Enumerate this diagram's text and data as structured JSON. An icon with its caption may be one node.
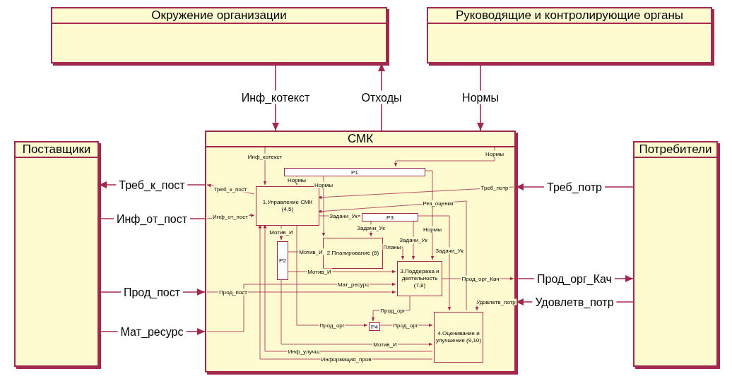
{
  "diagram": {
    "nodes": [
      {
        "text": [
          "Окружение организации"
        ]
      },
      {
        "text": [
          "Руководящие и контролирующие органы"
        ]
      },
      {
        "text": [
          "Поставщики"
        ]
      },
      {
        "text": [
          "СМК"
        ]
      },
      {
        "text": [
          "Потребители"
        ]
      },
      {
        "text": [
          "1.Управление СМК (4,5)"
        ],
        "in": 3
      },
      {
        "text": [
          "P1"
        ],
        "in": 3
      },
      {
        "text": [
          "P3"
        ],
        "in": 3
      },
      {
        "text": [
          "2.Планирование (6)"
        ],
        "in": 3
      },
      {
        "text": [
          "P2"
        ],
        "in": 3
      },
      {
        "text": [
          "3.Поддержка и деятельность (7,8)"
        ],
        "in": 3
      },
      {
        "text": [
          "P4"
        ],
        "in": 3
      },
      {
        "text": [
          "4.Оценивание и улучшение (9,10)"
        ],
        "in": 3
      }
    ],
    "edges": [
      {
        "from": 0,
        "to": 3,
        "arrow": "to",
        "label": "Инф_котекст"
      },
      {
        "from": 3,
        "to": 0,
        "arrow": "to",
        "label": "Отходы"
      },
      {
        "from": 1,
        "to": 3,
        "arrow": "to",
        "label": "Нормы"
      },
      {
        "from": 3,
        "to": 2,
        "arrow": "to",
        "label": "Треб_к_пост"
      },
      {
        "from": 2,
        "to": 3,
        "arrow": "none",
        "label": "Инф_от_пост"
      },
      {
        "from": 2,
        "to": 3,
        "arrow": "to",
        "label": "Прод_пост"
      },
      {
        "from": 2,
        "to": 3,
        "arrow": "to",
        "label": "Мат_ресурс"
      },
      {
        "from": 4,
        "to": 3,
        "arrow": "to",
        "label": "Треб_потр"
      },
      {
        "from": 3,
        "to": 4,
        "arrow": "to",
        "label": "Прод_орг_Кач"
      },
      {
        "from": 4,
        "to": 3,
        "arrow": "to",
        "label": "Удовлетв_потр"
      },
      {
        "from": null,
        "to": 5,
        "arrow": "to",
        "label": "Инф_котекст"
      },
      {
        "from": 5,
        "to": null,
        "arrow": "to",
        "label": "Треб_к_пост"
      },
      {
        "from": null,
        "to": 5,
        "arrow": "to",
        "label": "Инф_от_пост"
      },
      {
        "from": null,
        "to": 6,
        "arrow": "to",
        "label": "Нормы"
      },
      {
        "from": 6,
        "to": 5,
        "arrow": "to",
        "label": "Нормы"
      },
      {
        "from": 6,
        "to": 8,
        "arrow": "to",
        "label": "Нормы"
      },
      {
        "from": 6,
        "to": 10,
        "arrow": "to",
        "label": "Нормы"
      },
      {
        "from": 12,
        "to": 5,
        "arrow": "to",
        "label": "Рез_оценки"
      },
      {
        "from": null,
        "to": 5,
        "arrow": "to",
        "label": "Треб_потр"
      },
      {
        "from": 5,
        "to": 7,
        "arrow": "to",
        "label": "Задачи_Ук"
      },
      {
        "from": 7,
        "to": 8,
        "arrow": "to",
        "label": "Задачи_Ук"
      },
      {
        "from": 7,
        "to": 10,
        "arrow": "to",
        "label": "Задачи_Ук"
      },
      {
        "from": 7,
        "to": 12,
        "arrow": "to",
        "label": "Задачи_Ук"
      },
      {
        "from": 5,
        "to": 9,
        "arrow": "to",
        "label": "Мотив_И"
      },
      {
        "from": 9,
        "to": 8,
        "arrow": "to",
        "label": "Мотив_И"
      },
      {
        "from": 9,
        "to": 10,
        "arrow": "to",
        "label": "Мотив_И"
      },
      {
        "from": 9,
        "to": 12,
        "arrow": "to",
        "label": "Мотив_И"
      },
      {
        "from": 8,
        "to": 10,
        "arrow": "to",
        "label": "Планы"
      },
      {
        "from": null,
        "to": 10,
        "arrow": "to",
        "label": "Прод_пост"
      },
      {
        "from": null,
        "to": 10,
        "arrow": "to",
        "label": "Мат_ресурс"
      },
      {
        "from": 10,
        "to": null,
        "arrow": "to",
        "label": "Прод_орг_Кач"
      },
      {
        "from": 10,
        "to": 11,
        "arrow": "to",
        "label": "Прод_орг"
      },
      {
        "from": 5,
        "to": 11,
        "arrow": "to",
        "label": "Прод_орг"
      },
      {
        "from": 11,
        "to": 12,
        "arrow": "to",
        "label": "Прод_орг"
      },
      {
        "from": 12,
        "to": 5,
        "arrow": "to",
        "label": "Инф_улучш"
      },
      {
        "from": 12,
        "to": 5,
        "arrow": "to",
        "label": "Информация_пров"
      },
      {
        "from": null,
        "to": 12,
        "arrow": "to",
        "label": "Удовлетв_потр"
      }
    ]
  }
}
